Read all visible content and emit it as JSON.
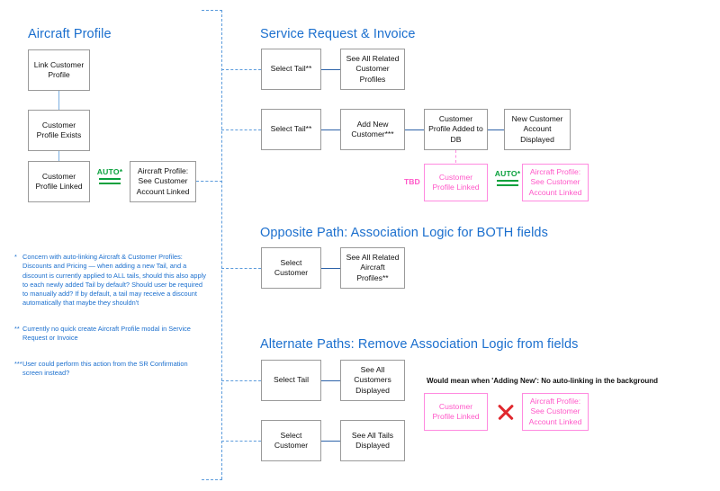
{
  "sections": {
    "aircraft_profile": {
      "heading": "Aircraft Profile",
      "boxes": [
        {
          "label": "Link Customer Profile"
        },
        {
          "label": "Customer Profile Exists"
        },
        {
          "label": "Customer Profile Linked"
        },
        {
          "label": "Aircraft Profile: See Customer Account Linked"
        }
      ],
      "auto_label": "AUTO*"
    },
    "service_request": {
      "heading": "Service Request & Invoice",
      "row1": [
        {
          "label": "Select Tail**"
        },
        {
          "label": "See All Related Customer Profiles"
        }
      ],
      "row2": [
        {
          "label": "Select Tail**"
        },
        {
          "label": "Add New Customer***"
        },
        {
          "label": "Customer Profile Added to DB"
        },
        {
          "label": "New Customer Account Displayed"
        }
      ],
      "tbd_label": "TBD",
      "pink_boxes": [
        {
          "label": "Customer Profile Linked"
        },
        {
          "label": "Aircraft Profile: See Customer Account Linked"
        }
      ],
      "auto_label": "AUTO*"
    },
    "opposite_path": {
      "heading": "Opposite Path: Association Logic for BOTH fields",
      "row1": [
        {
          "label": "Select Customer"
        },
        {
          "label": "See All Related Aircraft Profiles**"
        }
      ]
    },
    "alternate_paths": {
      "heading": "Alternate Paths: Remove Association Logic from fields",
      "row1": [
        {
          "label": "Select Tail"
        },
        {
          "label": "See All Customers Displayed"
        }
      ],
      "row2": [
        {
          "label": "Select Customer"
        },
        {
          "label": "See All Tails Displayed"
        }
      ],
      "caption": "Would mean when 'Adding New': No auto-linking in the background",
      "pink_boxes": [
        {
          "label": "Customer Profile Linked"
        },
        {
          "label": "Aircraft Profile: See Customer Account Linked"
        }
      ]
    }
  },
  "footnotes": [
    {
      "mark": "*",
      "text": "Concern with auto-linking Aircraft & Customer Profiles: Discounts and Pricing — when adding a new Tail, and a discount is currently applied to ALL tails, should this also apply to each newly added Tail by default? Should user be required to manually add? If by default, a tail may receive a discount automatically that maybe they shouldn't"
    },
    {
      "mark": "**",
      "text": "Currently no quick create Aircraft Profile modal in Service Request or Invoice"
    },
    {
      "mark": "***",
      "text": "User could perform this action from the SR Confirmation screen instead?"
    }
  ],
  "colors": {
    "heading_blue": "#1b6fce",
    "box_border": "#9a9a9a",
    "connector_blue": "#2c62a8",
    "dashed_blue": "#5b9bdc",
    "pink": "#ff57c8",
    "pink_border": "#ff8ae0",
    "green": "#0aa13d",
    "red_x": "#e0282e"
  }
}
